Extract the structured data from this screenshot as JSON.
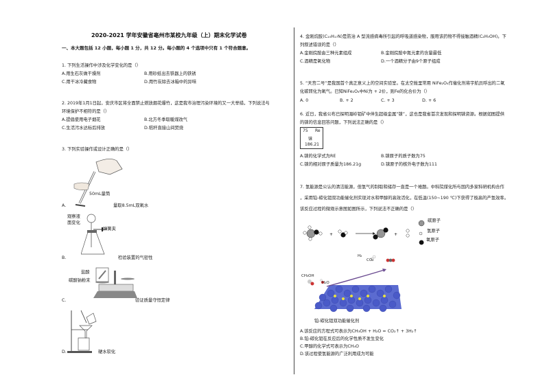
{
  "title": "2020-2021 学年安徽省亳州市某校九年级（上）期末化学试卷",
  "section1": "一、本大题包括 12 小题，每小题 1 分，共 12 分。每小题的 4 个选项中只有 1 个符合题意。",
  "q1": {
    "stem": "1. 下列生活操作中涉及化学变化的是（）",
    "A": "A.用生石灰做干燥剂",
    "B": "B.用砂纸出去铁器上的铁锈",
    "C": "C.用干冰冷藏食物",
    "D": "D.用竹炭除去冰箱中的异味"
  },
  "q2": {
    "stem1": "2. 2019年1月1日起，安庆市区将全面禁止燃放烟花爆竹，这是我市治理污染环境的又一大举措，下列说法与",
    "stem2": "环境保护不相符的是（）",
    "A": "A.提倡使用电子烟花",
    "B": "B.北方冬季取暖煤改气",
    "C": "C.生活污水达标后排放",
    "D": "D.秸秆直接山间焚烧"
  },
  "q3": {
    "stem": "3. 下列实验操作或设计正确的是（）",
    "A_label": "A.",
    "A_fig": "50mL量筒",
    "A_text": "量取8.5mL双氧水",
    "B_label": "B.",
    "B_fig1": "观察液",
    "B_fig2": "面变化",
    "B_fig3": "弹簧夹",
    "B_text": "检验装置的气密性",
    "C_label": "C.",
    "C_fig1": "盐酸",
    "C_fig2": "碳酸钠粉末",
    "C_text": "验证质量守恒定律",
    "D_label": "D.",
    "D_text": "硬水软化"
  },
  "q4": {
    "stem1": "4. 金刚烷胺(C₁₀H₁₇N)是防治 A 型流感病毒所引起的呼吸道感染物，服用该药物不得接触酒精(C₂H₅OH)。下",
    "stem2": "列叙述错误的是（）",
    "A": "A.金刚烷胺由三种元素组成",
    "B": "B.金刚烷胺中氮元素的含量最低",
    "C": "C.酒精是氧化物",
    "D": "D.一个酒精分子由9个原子组成"
  },
  "q5": {
    "stem1": "5. “天宫二号”是我国首个真正意义上的空间实验室。在太空舱里常用 NiFe₂O₄作催化剂将宇航员呼出的二氧",
    "stem2": "化碳转化为氧气。已知NiFe₂O₄中Ni为 + 2价，则Fe的化合价为（）",
    "A": "A. 0",
    "B": "B. + 2",
    "C": "C. + 3",
    "D": "D. + 6"
  },
  "q6": {
    "stem1": "6. 近日，我省公布已探明湄岭钼矿中伴生超级金属“铼”，这也是我省首次发现和探明铼资源。根据如图提供",
    "stem2": "的铼的信息回答问题，下列说法正确的是（）",
    "element": {
      "number": "75",
      "symbol": "Re",
      "name": "铼",
      "mass": "186.21"
    },
    "A": "A.铼的化学式为RE",
    "B": "B.铼原子的质子数为75",
    "C": "C.铼的相对原子质量为186.21g",
    "D": "D.铼原子的核外电子数为111"
  },
  "q7": {
    "stem1": "7. 氢能源是公认的清洁能源，但氢气的制取和储存一直是一个难题。中科院煤化所与国内多家科研机构合作",
    "stem2": "，采用铂-碳化钼双功能催化剂实现对水和甲醇的高效活化，在低温(150~190 ℃)下获得了极高的产氢效率。",
    "stem3": "该反应过程的微观示意图如图所示，下列说法不正确的是（）",
    "legend": [
      "碳原子",
      "氢原子",
      "氧原子"
    ],
    "fig_h2": "H₂",
    "fig_co2": "CO₂",
    "fig_ch3oh": "CH₃OH",
    "fig_h2o": "H₂O",
    "caption": "铂-碳化钼双功能催化剂",
    "A": "A.该反应的方程式可表示为CH₃OH + H₂O = CO₂↑ + 3H₂↑",
    "B": "B.铂-碳化钼在反应后的化学性质不发生变化",
    "C": "C.甲醇的化学式可表示为CH₄O",
    "D": "D.该过程使氢能源的广泛利用成为可能"
  }
}
